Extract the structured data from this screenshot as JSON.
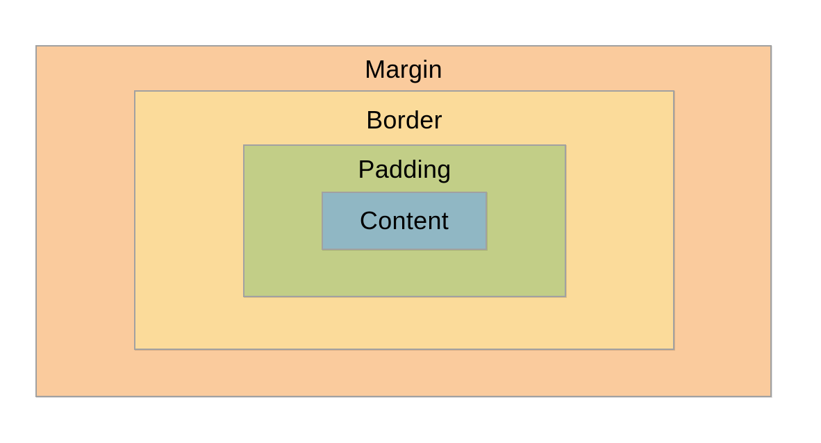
{
  "diagram": {
    "background": "#ffffff",
    "stroke": "#a1a1a1",
    "text_color": "#000000",
    "boxes": {
      "margin": {
        "label": "Margin",
        "fill": "#facb9d"
      },
      "border": {
        "label": "Border",
        "fill": "#fbdb9a"
      },
      "padding": {
        "label": "Padding",
        "fill": "#c2ce87"
      },
      "content": {
        "label": "Content",
        "fill": "#90b7c4"
      }
    }
  }
}
